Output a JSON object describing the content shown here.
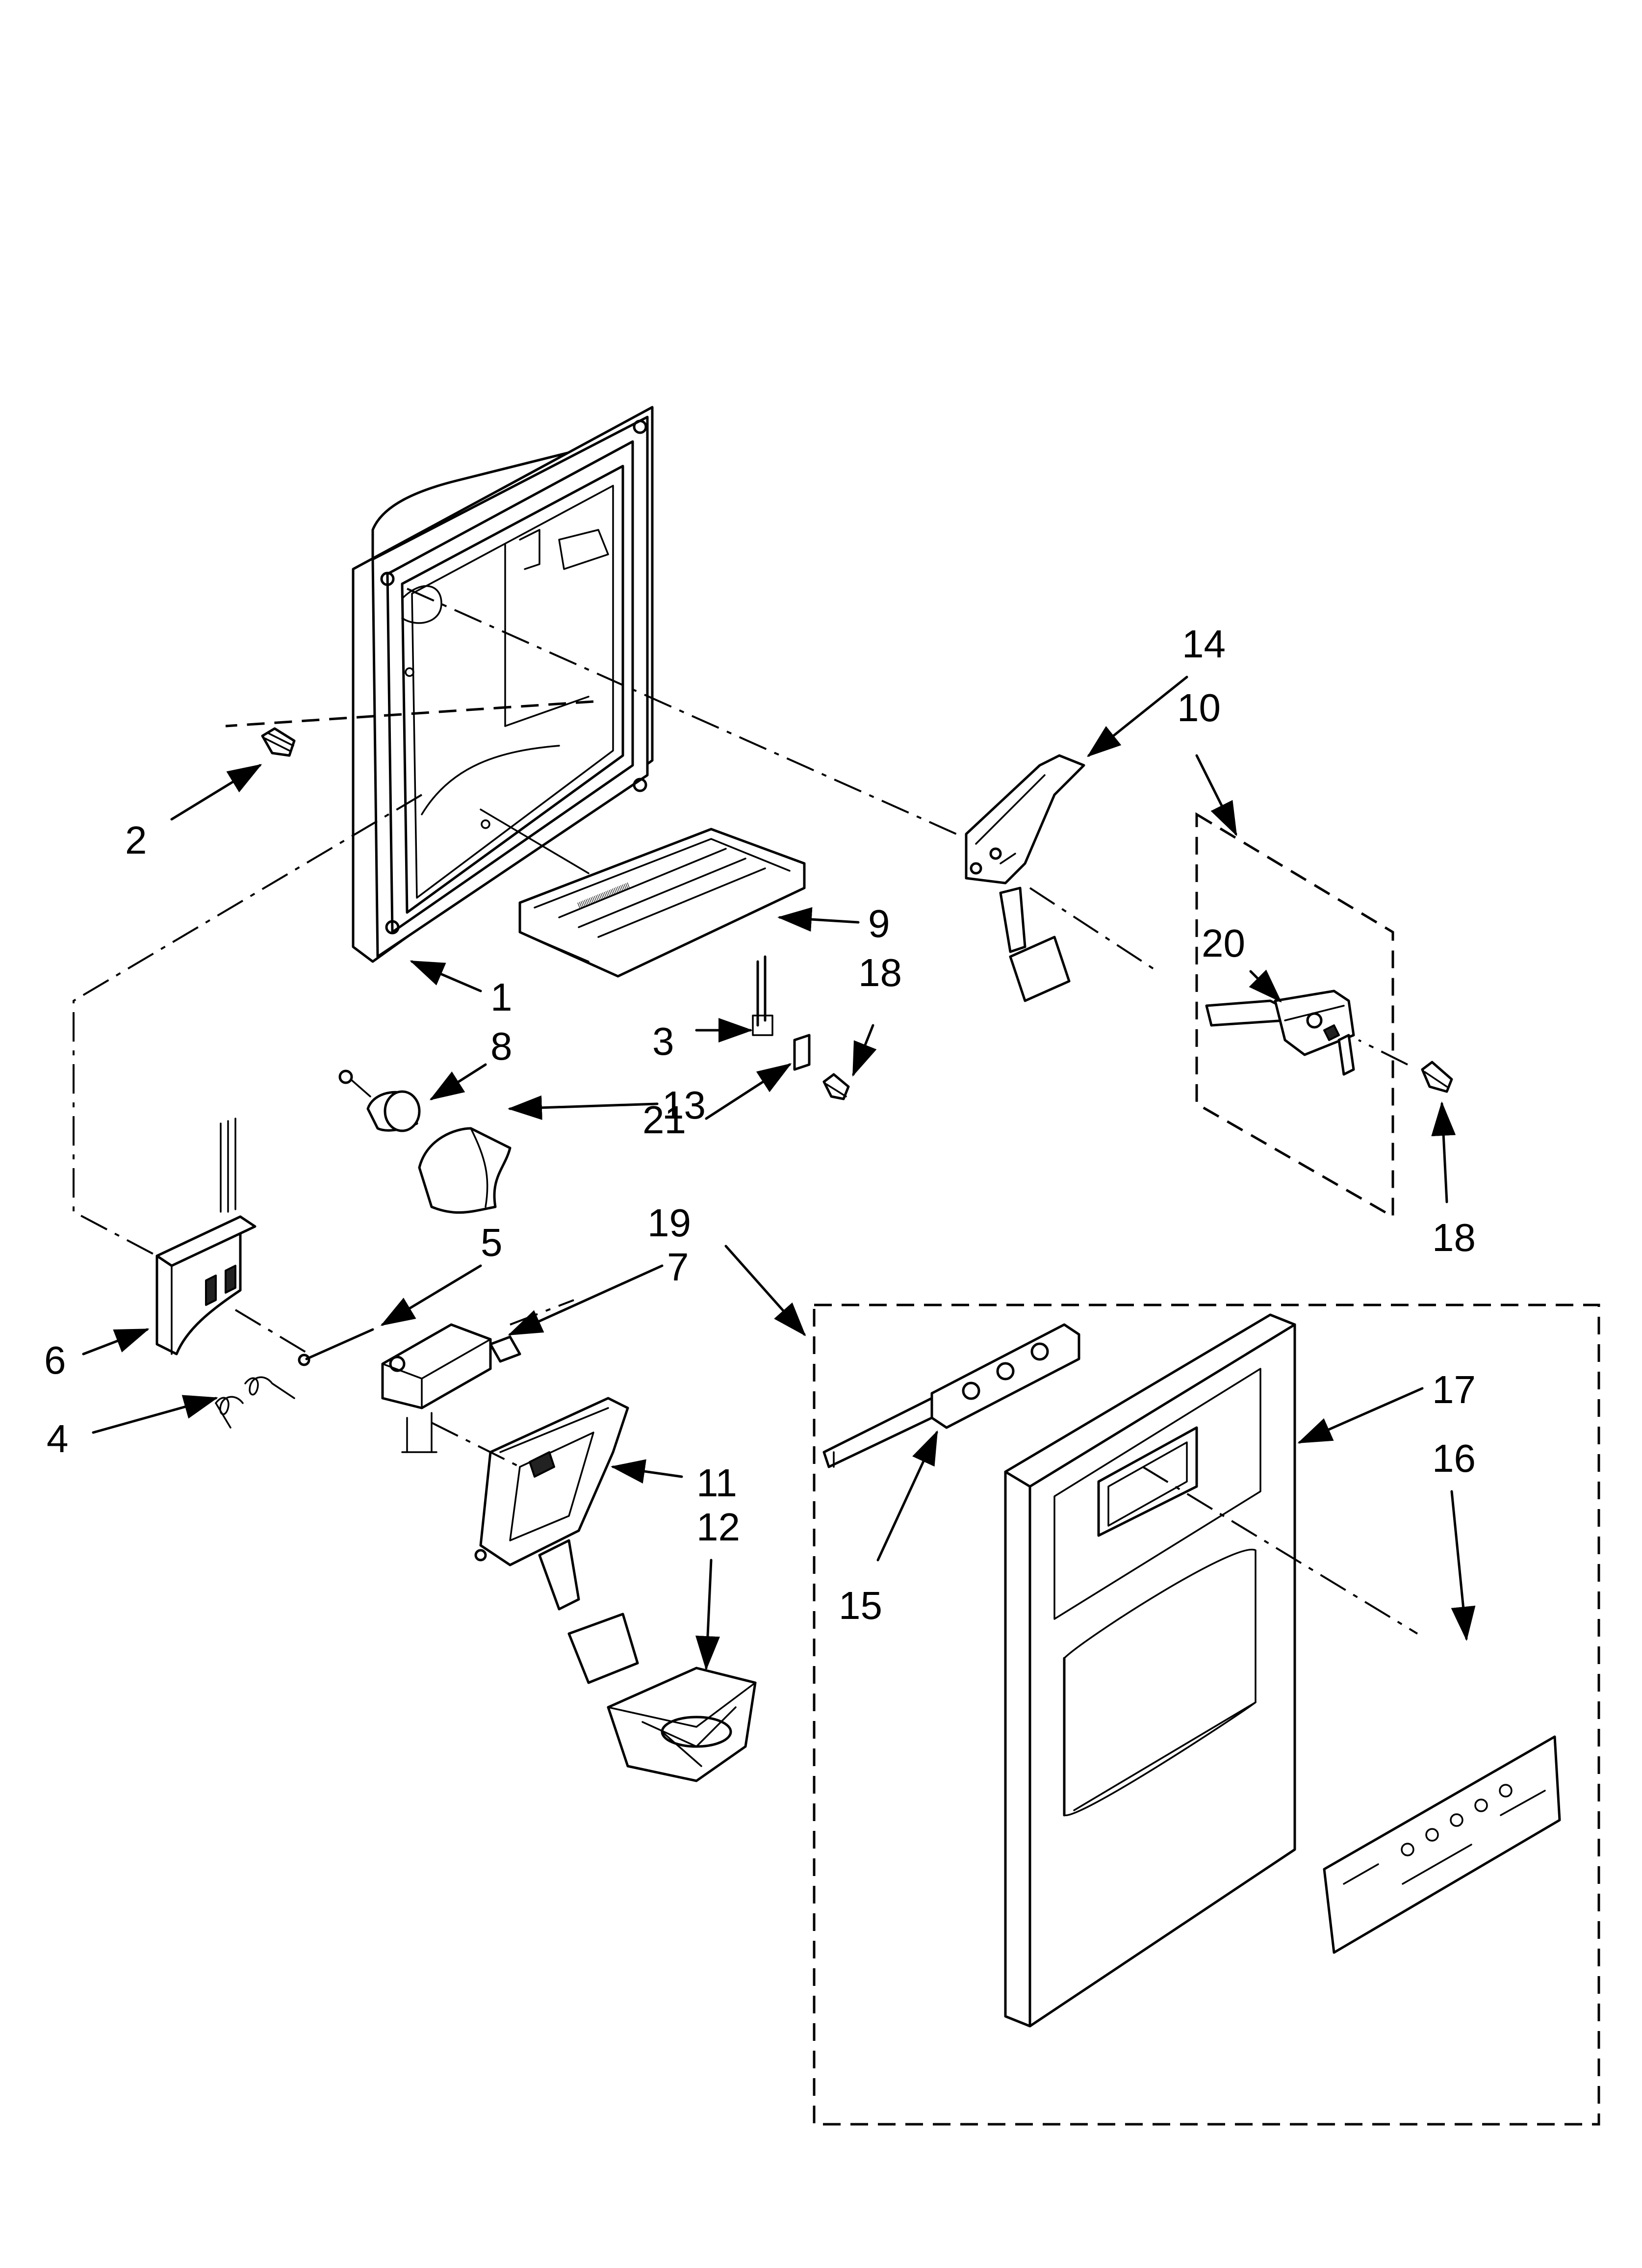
{
  "diagram": {
    "callouts": {
      "p1": "1",
      "p2": "2",
      "p3": "3",
      "p4": "4",
      "p5": "5",
      "p6": "6",
      "p7": "7",
      "p8": "8",
      "p9": "9",
      "p10": "10",
      "p11": "11",
      "p12": "12",
      "p13": "13",
      "p14": "14",
      "p15": "15",
      "p16": "16",
      "p17": "17",
      "p18a": "18",
      "p18b": "18",
      "p19": "19",
      "p20": "20",
      "p21": "21"
    }
  }
}
